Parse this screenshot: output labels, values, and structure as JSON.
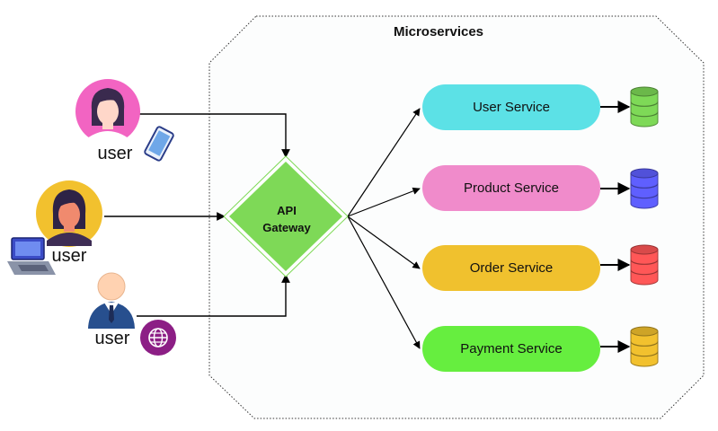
{
  "container": {
    "title": "Microservices"
  },
  "users": [
    {
      "label": "user",
      "device_icon": "phone-icon",
      "avatar_color": "#f264c2"
    },
    {
      "label": "user",
      "device_icon": "laptop-icon",
      "avatar_color": "#f2c12e"
    },
    {
      "label": "user",
      "device_icon": "globe-icon",
      "avatar_color": "#ffffff"
    }
  ],
  "gateway": {
    "line1": "API",
    "line2": "Gateway",
    "color": "#7ed957"
  },
  "services": [
    {
      "label": "User Service",
      "color": "#5ce1e6",
      "db_color": "#7ed957"
    },
    {
      "label": "Product Service",
      "color": "#f08bcb",
      "db_color": "#5f5fff"
    },
    {
      "label": "Order Service",
      "color": "#f0c12e",
      "db_color": "#ff5757"
    },
    {
      "label": "Payment Service",
      "color": "#66ee3f",
      "db_color": "#f2c12e"
    }
  ]
}
